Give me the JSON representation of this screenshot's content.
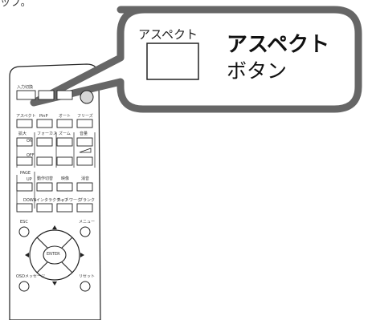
{
  "top_text": "ップ。",
  "callout": {
    "button_label": "アスペクト",
    "title": "アスペクト",
    "subtitle": "ボタン"
  },
  "remote": {
    "row1": [
      "入力切換",
      "",
      ""
    ],
    "row2": [
      "アスペクト",
      "PinP",
      "オート",
      "フリーズ"
    ],
    "row3": [
      "拡大",
      "フォーカス",
      "ズーム",
      "音量"
    ],
    "row3_sub": [
      "ON",
      "",
      "",
      ""
    ],
    "row4_sub": [
      "OFF",
      "",
      "",
      ""
    ],
    "row5": [
      "PAGE",
      "",
      "",
      ""
    ],
    "row5_sub": [
      "UP",
      "",
      "",
      ""
    ],
    "row5_labels": [
      "",
      "動作切替",
      "映像",
      "消音"
    ],
    "row6": [
      "DOWN",
      "インタラクティブ",
      "ネットワーク",
      "ブランク"
    ],
    "row7": [
      "ESC",
      "メニュー"
    ],
    "enter": "ENTER",
    "row8": [
      "OSDメッセージ",
      "リセット"
    ]
  }
}
